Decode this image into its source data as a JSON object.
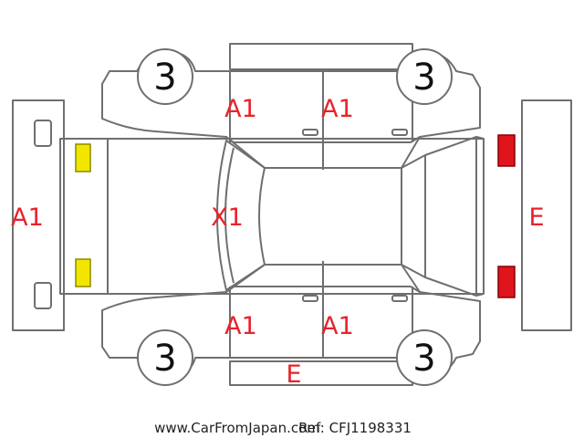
{
  "colors": {
    "outline": "#6f6f6f",
    "code": "#e8232b",
    "lamp_yellow": "#f2e600",
    "lamp_red": "#e0141c",
    "text": "#111111"
  },
  "tires": {
    "front_left": "3",
    "front_right": "3",
    "rear_left": "3",
    "rear_right": "3"
  },
  "codes": {
    "front_bumper": "A1",
    "upper_front_door": "A1",
    "upper_rear_door": "A1",
    "lower_front_door": "A1",
    "lower_rear_door": "A1",
    "hood": "X1",
    "rear_bumper": "E",
    "lower_rocker": "E"
  },
  "footer": {
    "left": "www.CarFromJapan.com",
    "right": "Ref: CFJ1198331"
  }
}
